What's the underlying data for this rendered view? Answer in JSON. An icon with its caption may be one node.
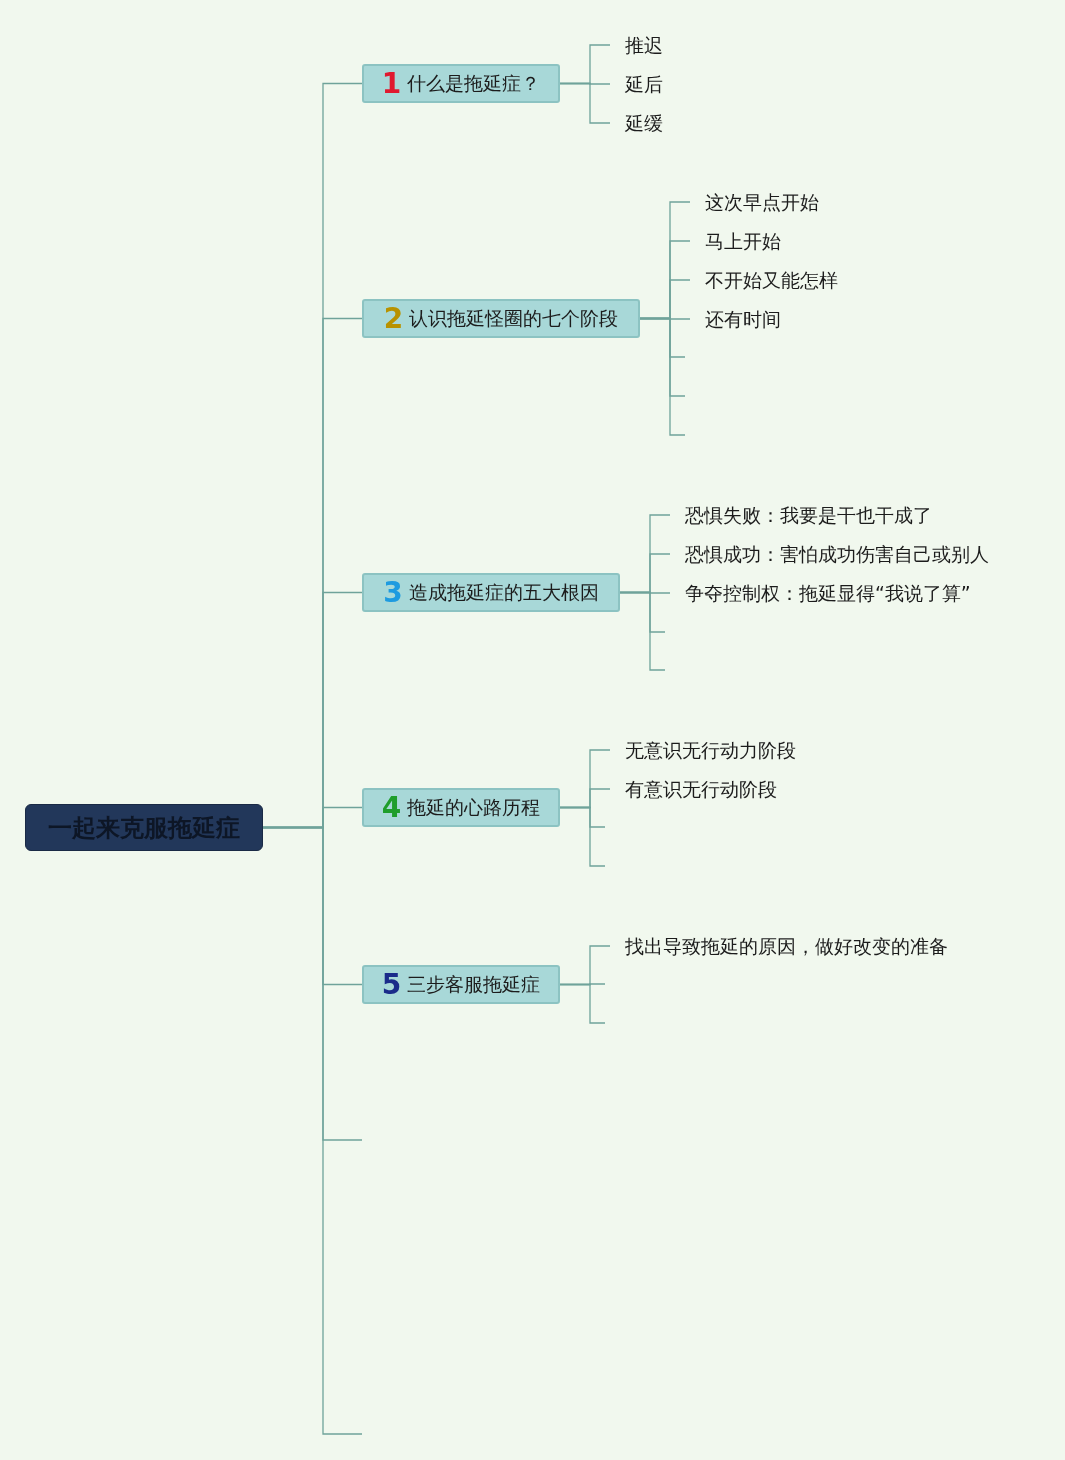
{
  "diagram": {
    "nodes": [
      {
        "text": [
          "一起来克服拖延症"
        ]
      },
      {
        "text": [
          "1",
          "什么是拖延症？"
        ]
      },
      {
        "text": [
          "推迟"
        ]
      },
      {
        "text": [
          "延后"
        ]
      },
      {
        "text": [
          "延缓"
        ]
      },
      {
        "text": [
          "2",
          "认识拖延怪圈的七个阶段"
        ]
      },
      {
        "text": [
          "这次早点开始"
        ]
      },
      {
        "text": [
          "马上开始"
        ]
      },
      {
        "text": [
          "不开始又能怎样"
        ]
      },
      {
        "text": [
          "还有时间"
        ]
      },
      {
        "text": [
          "3",
          "造成拖延症的五大根因"
        ]
      },
      {
        "text": [
          "恐惧失败：我要是干也干成了"
        ]
      },
      {
        "text": [
          "恐惧成功：害怕成功伤害自己或别人"
        ]
      },
      {
        "text": [
          "争夺控制权：拖延显得“我说了算”"
        ]
      },
      {
        "text": [
          "4",
          "拖延的心路历程"
        ]
      },
      {
        "text": [
          "无意识无行动力阶段"
        ]
      },
      {
        "text": [
          "有意识无行动阶段"
        ]
      },
      {
        "text": [
          "5",
          "三步客服拖延症"
        ]
      },
      {
        "text": [
          "找出导致拖延的原因，做好改变的准备"
        ]
      }
    ],
    "edges": [
      {
        "from": 0,
        "to": 1,
        "arrow": "none"
      },
      {
        "from": 0,
        "to": 5,
        "arrow": "none"
      },
      {
        "from": 0,
        "to": 10,
        "arrow": "none"
      },
      {
        "from": 0,
        "to": 14,
        "arrow": "none"
      },
      {
        "from": 0,
        "to": 17,
        "arrow": "none"
      },
      {
        "from": 0,
        "to": null,
        "arrow": "none"
      },
      {
        "from": 0,
        "to": null,
        "arrow": "none"
      },
      {
        "from": 1,
        "to": 2,
        "arrow": "none"
      },
      {
        "from": 1,
        "to": 3,
        "arrow": "none"
      },
      {
        "from": 1,
        "to": 4,
        "arrow": "none"
      },
      {
        "from": 5,
        "to": 6,
        "arrow": "none"
      },
      {
        "from": 5,
        "to": 7,
        "arrow": "none"
      },
      {
        "from": 5,
        "to": 8,
        "arrow": "none"
      },
      {
        "from": 5,
        "to": 9,
        "arrow": "none"
      },
      {
        "from": 5,
        "to": null,
        "arrow": "none"
      },
      {
        "from": 5,
        "to": null,
        "arrow": "none"
      },
      {
        "from": 5,
        "to": null,
        "arrow": "none"
      },
      {
        "from": 10,
        "to": 11,
        "arrow": "none"
      },
      {
        "from": 10,
        "to": 12,
        "arrow": "none"
      },
      {
        "from": 10,
        "to": 13,
        "arrow": "none"
      },
      {
        "from": 10,
        "to": null,
        "arrow": "none"
      },
      {
        "from": 10,
        "to": null,
        "arrow": "none"
      },
      {
        "from": 14,
        "to": 15,
        "arrow": "none"
      },
      {
        "from": 14,
        "to": 16,
        "arrow": "none"
      },
      {
        "from": 14,
        "to": null,
        "arrow": "none"
      },
      {
        "from": 14,
        "to": null,
        "arrow": "none"
      },
      {
        "from": 17,
        "to": 18,
        "arrow": "none"
      },
      {
        "from": 17,
        "to": null,
        "arrow": "none"
      },
      {
        "from": 17,
        "to": null,
        "arrow": "none"
      }
    ]
  }
}
